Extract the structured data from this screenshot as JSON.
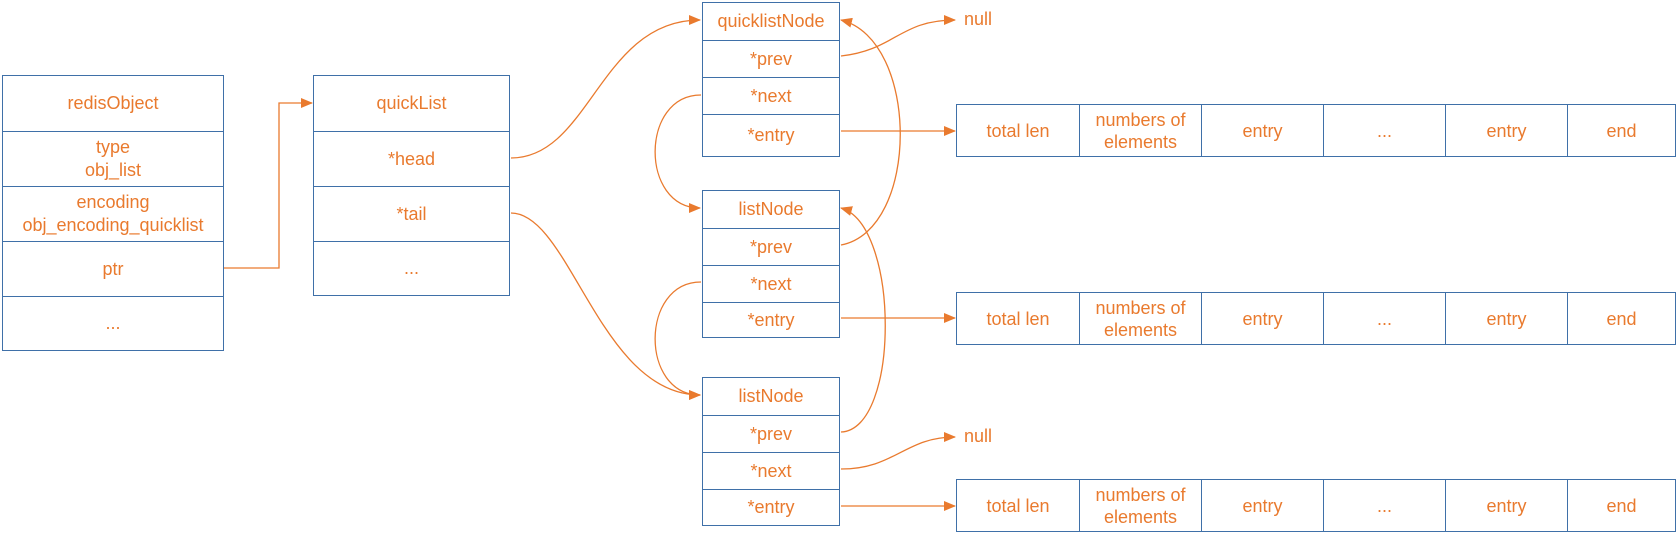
{
  "redisObject": {
    "title": "redisObject",
    "type": "type\nobj_list",
    "encoding": "encoding\nobj_encoding_quicklist",
    "ptr": "ptr",
    "more": "..."
  },
  "quickList": {
    "title": "quickList",
    "head": "*head",
    "tail": "*tail",
    "more": "..."
  },
  "nodes": [
    {
      "title": "quicklistNode",
      "prev": "*prev",
      "next": "*next",
      "entry": "*entry"
    },
    {
      "title": "listNode",
      "prev": "*prev",
      "next": "*next",
      "entry": "*entry"
    },
    {
      "title": "listNode",
      "prev": "*prev",
      "next": "*next",
      "entry": "*entry"
    }
  ],
  "ziplist": [
    "total len",
    "numbers of\nelements",
    "entry",
    "...",
    "entry",
    "end"
  ],
  "null_label": "null",
  "colors": {
    "line": "#e97a2e",
    "border": "#3f70a8",
    "text": "#e97a2e"
  }
}
